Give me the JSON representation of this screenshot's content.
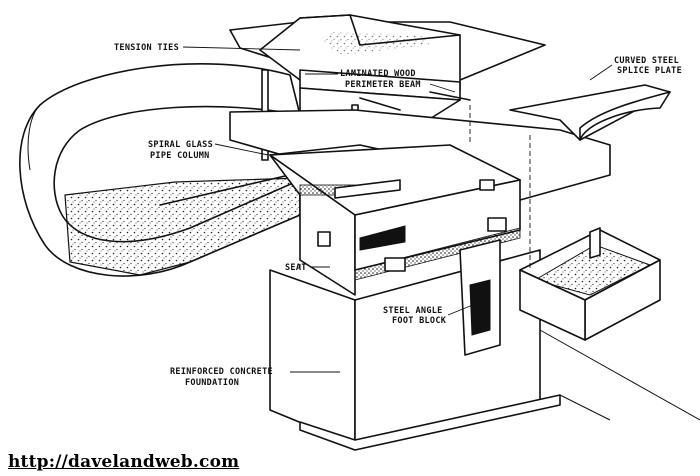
{
  "labels": {
    "tension_ties": "TENSION TIES",
    "laminated_line1": "LAMINATED WOOD",
    "laminated_line2": "PERIMETER BEAM",
    "curved_line1": "CURVED STEEL",
    "curved_line2": "SPLICE PLATE",
    "spiral_line1": "SPIRAL GLASS",
    "spiral_line2": "PIPE COLUMN",
    "seat": "SEAT",
    "angle_line1": "STEEL ANGLE",
    "angle_line2": "FOOT BLOCK",
    "foundation_line1": "REINFORCED CONCRETE",
    "foundation_line2": "FOUNDATION"
  },
  "credit": "http://davelandweb.com"
}
